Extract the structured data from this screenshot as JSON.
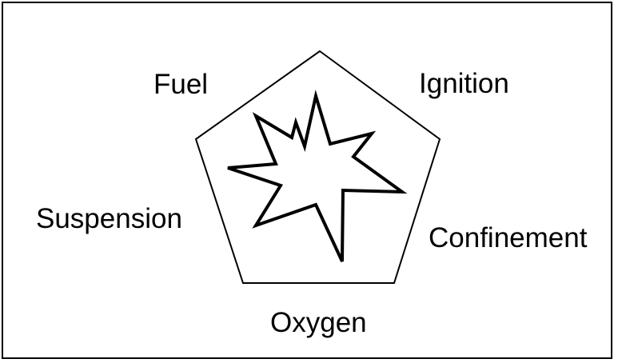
{
  "diagram": {
    "labels": {
      "fuel": "Fuel",
      "ignition": "Ignition",
      "suspension": "Suspension",
      "confinement": "Confinement",
      "oxygen": "Oxygen"
    },
    "colors": {
      "stroke": "#000000",
      "background": "#ffffff"
    }
  }
}
